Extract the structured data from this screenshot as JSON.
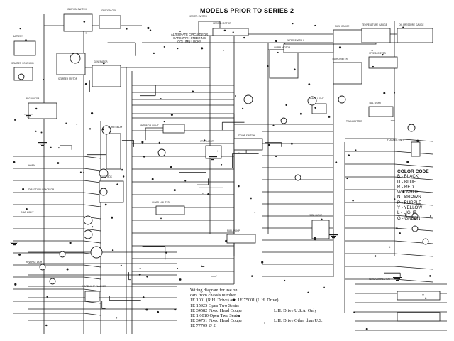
{
  "diagram": {
    "title": "MODELS PRIOR TO SERIES 2",
    "alternate_circuit_note": [
      "ALTERNATE CIRCUIT FOR",
      "CARS WITH STEERING",
      "COLUMN LOCKS"
    ],
    "color_code": {
      "heading": "COLOR CODE",
      "entries": [
        {
          "code": "B",
          "name": "BLACK"
        },
        {
          "code": "U",
          "name": "BLUE"
        },
        {
          "code": "R",
          "name": "RED"
        },
        {
          "code": "W",
          "name": "WHITE"
        },
        {
          "code": "N",
          "name": "BROWN"
        },
        {
          "code": "P",
          "name": "PURPLE"
        },
        {
          "code": "Y",
          "name": "YELLOW"
        },
        {
          "code": "L",
          "name": "LIGHT"
        },
        {
          "code": "G",
          "name": "GREEN"
        }
      ]
    },
    "chassis_note": {
      "lines": [
        {
          "left": "Wiring diagram for use on",
          "right": ""
        },
        {
          "left": "cars from chassis number",
          "right": ""
        },
        {
          "left": "1E 1001 (R.H. Drive) and 1E 75001 (L.H. Drive)",
          "right": ""
        },
        {
          "left": "1E 15925  Open Two Seater",
          "right": ""
        },
        {
          "left": "1E 34582  Fixed Head Coupe",
          "right": "L.H. Drive   U.S.A. Only"
        },
        {
          "left": "1E 1,6010  Open Two Seater",
          "right": ""
        },
        {
          "left": "1E 34751  Fixed Head Coupe",
          "right": "L.H. Drive   Other than U.S."
        },
        {
          "left": "1E 77709  2+2",
          "right": ""
        }
      ]
    },
    "component_labels": [
      "IGNITION SWITCH",
      "IGNITION COIL",
      "BATTERY",
      "STARTER MOTOR",
      "STARTER SOLENOID",
      "REGULATOR",
      "GENERATOR",
      "HORN RELAY",
      "FUSE BOX",
      "HEADLAMP FLASHER",
      "HEATER SWITCH",
      "HEATER MOTOR",
      "WIPER MOTOR",
      "WIPER SWITCH",
      "FUEL GAUGE",
      "TEMPERATURE GAUGE",
      "OIL PRESSURE GAUGE",
      "TACHOMETER",
      "SPEEDOMETER",
      "PANEL LIGHT",
      "TAIL LIGHT",
      "STOP LIGHT",
      "SIDE LIGHT",
      "FLASHER UNIT",
      "INTERIOR LIGHT",
      "DOOR SWITCH",
      "CIGAR LIGHTER",
      "FUEL PUMP",
      "TRANSMITTER",
      "HORN",
      "DIRECTION INDICATOR",
      "MAP LIGHT",
      "REVERSE LIGHT",
      "PLUG CONNECTOR"
    ]
  }
}
